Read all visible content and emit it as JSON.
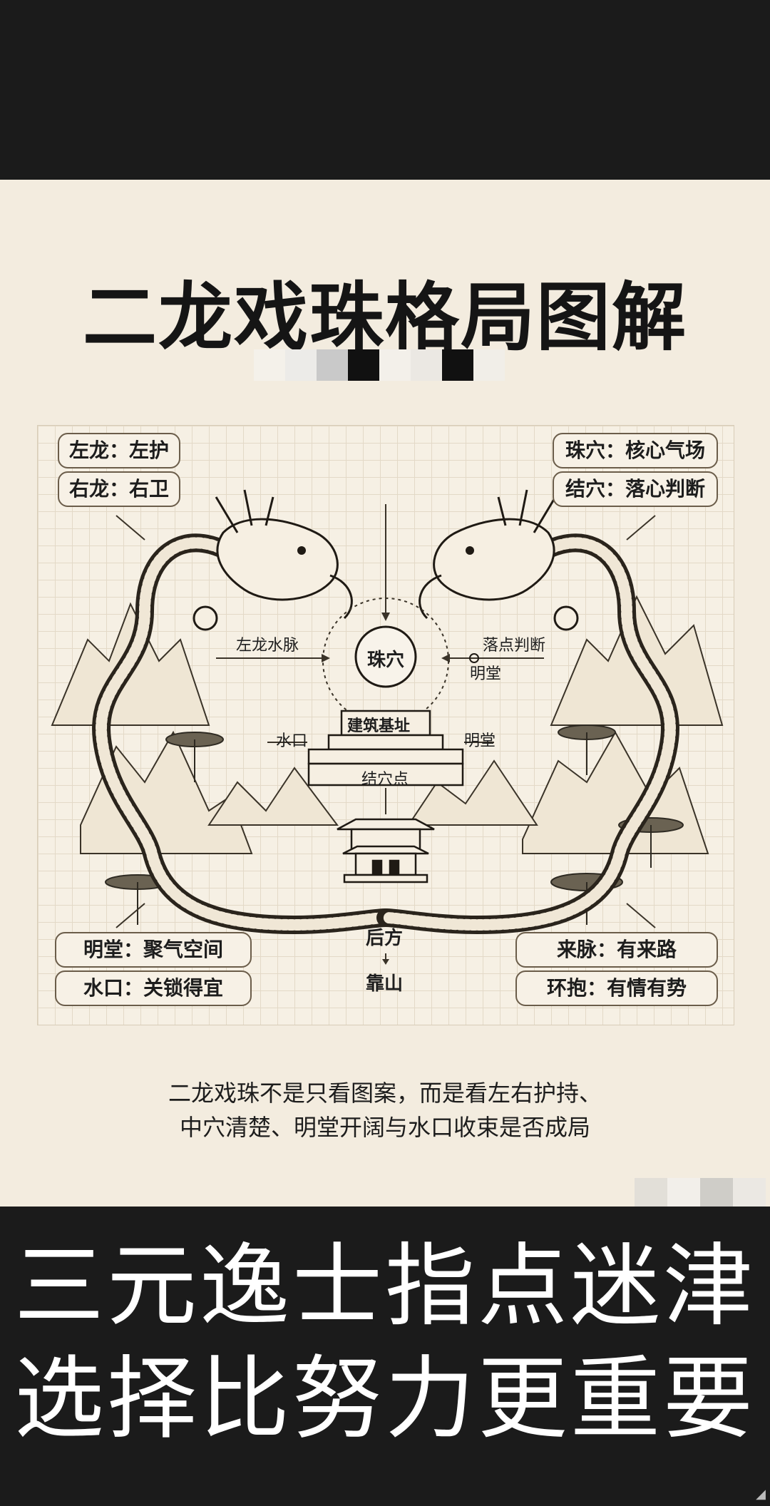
{
  "poster": {
    "title": "二龙戏珠格局图解",
    "tags": {
      "top_left": [
        "左龙：左护",
        "右龙：右卫"
      ],
      "top_right": [
        "珠穴：核心气场",
        "结穴：落心判断"
      ],
      "bottom_left": [
        "明堂：聚气空间",
        "水口：关锁得宜"
      ],
      "bottom_right": [
        "来脉：有来路",
        "环抱：有情有势"
      ]
    },
    "diagram": {
      "left_vein": "左龙水脉",
      "pearl": "珠穴",
      "landing": "落点判断",
      "mingtang_right_upper": "明堂",
      "foundation": "建筑基址",
      "water_mouth": "水口",
      "mingtang_right_lower": "明堂",
      "knot_point": "结穴点",
      "rear": "后方",
      "backing_mountain": "靠山"
    },
    "caption_lines": [
      "二龙戏珠不是只看图案，而是看左右护持、",
      "中穴清楚、明堂开阔与水口收束是否成局"
    ]
  },
  "slogan_lines": [
    "三元逸士指点迷津",
    "选择比努力更重要"
  ],
  "colors": {
    "paper": "#f3ecdf",
    "ink": "#1d1d1d",
    "band": "#1b1b1b",
    "tag_border": "#6b5d4a"
  }
}
